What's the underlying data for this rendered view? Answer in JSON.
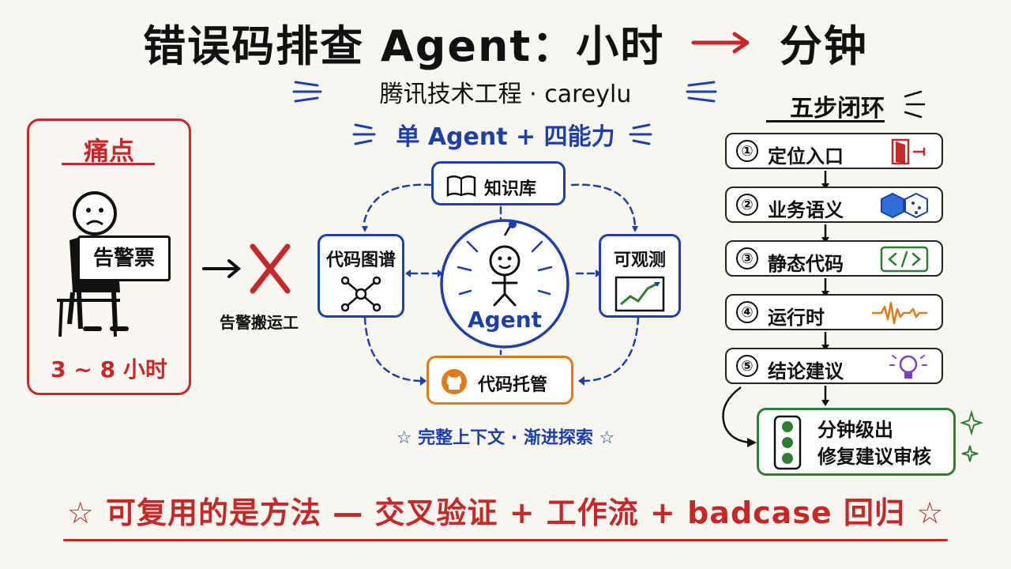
{
  "title": {
    "part1": "错误码排查 Agent：小时",
    "part2": "分钟"
  },
  "subtitle": "腾讯技术工程 · careylu",
  "pain": {
    "heading": "痛点",
    "ticket": "告警票",
    "time": "3 ~ 8 小时",
    "arrow_label": "告警搬运工"
  },
  "center": {
    "heading": "单 Agent + 四能力",
    "agent": "Agent",
    "modules": {
      "knowledge": "知识库",
      "code_graph": "代码图谱",
      "observability": "可观测",
      "code_hosting": "代码托管"
    },
    "footer": "完整上下文 · 渐进探索"
  },
  "steps": {
    "heading": "五步闭环",
    "items": [
      {
        "num": "①",
        "label": "定位入口",
        "icon": "door-icon"
      },
      {
        "num": "②",
        "label": "业务语义",
        "icon": "cubes-icon"
      },
      {
        "num": "③",
        "label": "静态代码",
        "icon": "code-icon"
      },
      {
        "num": "④",
        "label": "运行时",
        "icon": "waveform-icon"
      },
      {
        "num": "⑤",
        "label": "结论建议",
        "icon": "lightbulb-icon"
      }
    ],
    "result": {
      "line1": "分钟级出",
      "line2": "修复建议审核"
    }
  },
  "bottom": "可复用的是方法 — 交叉验证 + 工作流 + badcase 回归",
  "colors": {
    "red": "#c62828",
    "blue": "#1f3fa8",
    "green": "#2e7d32",
    "orange": "#e07b1a"
  }
}
